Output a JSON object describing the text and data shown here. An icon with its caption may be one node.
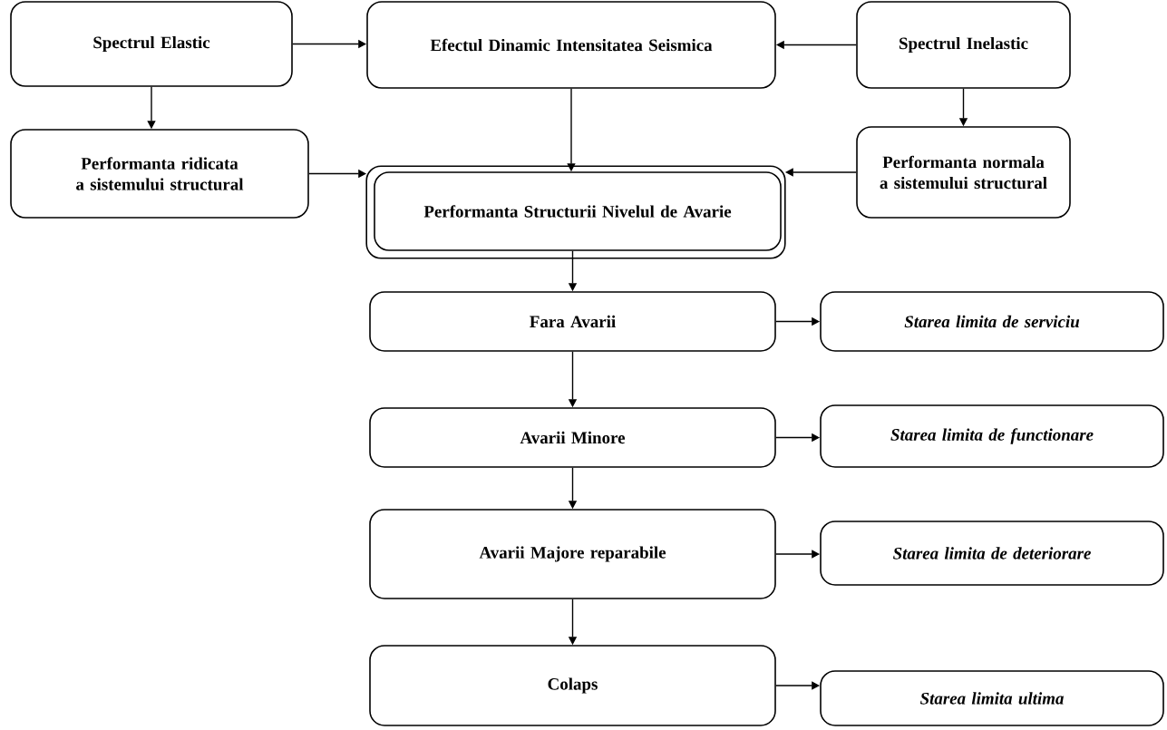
{
  "diagram": {
    "nodes": [
      {
        "text": [
          "Spectrul Elastic"
        ]
      },
      {
        "text": [
          "Efectul Dinamic Intensitatea Seismica"
        ]
      },
      {
        "text": [
          "Spectrul Inelastic"
        ]
      },
      {
        "text": [
          "Performanta ridicata a sistemului structural"
        ]
      },
      {
        "text": [
          "Performanta Structurii Nivelul de Avarie"
        ]
      },
      {
        "text": [
          "Performanta normala a sistemului structural"
        ]
      },
      {
        "text": [
          "Fara Avarii"
        ]
      },
      {
        "text": [
          "Starea limita de serviciu"
        ]
      },
      {
        "text": [
          "Avarii Minore"
        ]
      },
      {
        "text": [
          "Starea limita de functionare"
        ]
      },
      {
        "text": [
          "Avarii Majore reparabile"
        ]
      },
      {
        "text": [
          "Starea limita de deteriorare"
        ]
      },
      {
        "text": [
          "Colaps"
        ]
      },
      {
        "text": [
          "Starea limita ultima"
        ]
      }
    ],
    "edges": [
      {
        "from": 0,
        "to": 1,
        "arrow": "to"
      },
      {
        "from": 2,
        "to": 1,
        "arrow": "to"
      },
      {
        "from": 0,
        "to": 3,
        "arrow": "to"
      },
      {
        "from": 1,
        "to": 4,
        "arrow": "to"
      },
      {
        "from": 2,
        "to": 5,
        "arrow": "to"
      },
      {
        "from": 3,
        "to": 4,
        "arrow": "to"
      },
      {
        "from": 5,
        "to": 4,
        "arrow": "to"
      },
      {
        "from": 4,
        "to": 6,
        "arrow": "to"
      },
      {
        "from": 6,
        "to": 7,
        "arrow": "to"
      },
      {
        "from": 6,
        "to": 8,
        "arrow": "to"
      },
      {
        "from": 8,
        "to": 9,
        "arrow": "to"
      },
      {
        "from": 8,
        "to": 10,
        "arrow": "to"
      },
      {
        "from": 10,
        "to": 11,
        "arrow": "to"
      },
      {
        "from": 10,
        "to": 12,
        "arrow": "to"
      },
      {
        "from": 12,
        "to": 13,
        "arrow": "to"
      }
    ]
  }
}
